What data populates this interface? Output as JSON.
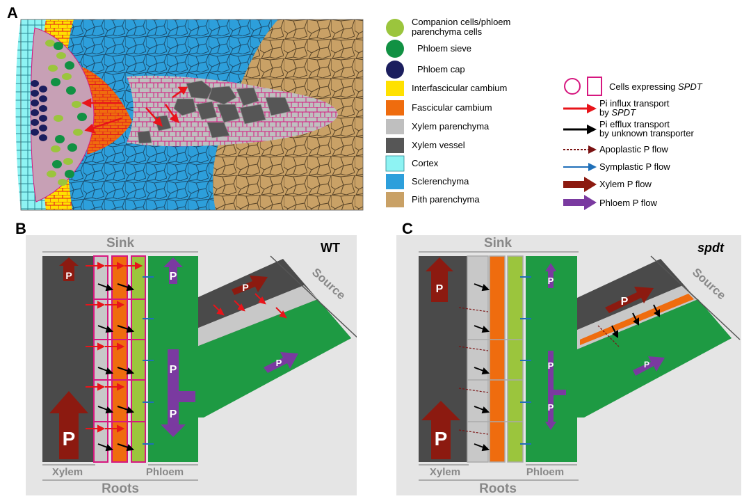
{
  "panels": {
    "a": {
      "letter": "A"
    },
    "b": {
      "letter": "B"
    },
    "c": {
      "letter": "C"
    }
  },
  "legend_left": [
    {
      "label": "Companion cells/phloem",
      "label2": "parenchyma cells",
      "shape": "ellipse",
      "color": "#9bc53d"
    },
    {
      "label": "Phloem sieve",
      "shape": "ellipse",
      "color": "#119143"
    },
    {
      "label": "Phloem cap",
      "shape": "ellipse",
      "color": "#1b1e5e"
    },
    {
      "label": "Interfascicular cambium",
      "shape": "square",
      "color": "#ffe100"
    },
    {
      "label": "Fascicular cambium",
      "shape": "square",
      "color": "#ef6c0e"
    },
    {
      "label": "Xylem parenchyma",
      "shape": "square",
      "color": "#bfbfbf"
    },
    {
      "label": "Xylem vessel",
      "shape": "square",
      "color": "#565656"
    },
    {
      "label": "Cortex",
      "shape": "square",
      "color": "#8ef3f3"
    },
    {
      "label": "Sclerenchyma",
      "shape": "square",
      "color": "#2d9fdb"
    },
    {
      "label": "Pith parenchyma",
      "shape": "square",
      "color": "#c9a166"
    }
  ],
  "legend_right": {
    "cells_prefix": "Cells expressing ",
    "cells_italic": "SPDT",
    "influx_line1": "Pi influx transport",
    "influx_line2_prefix": "by ",
    "influx_line2_italic": "SPDT",
    "efflux_line1": "Pi efflux transport",
    "efflux_line2": "by unknown transporter",
    "apoplastic": "Apoplastic P flow",
    "symplastic": "Symplastic P flow",
    "xylem_flow": "Xylem  P flow",
    "phloem_flow": "Phloem P flow"
  },
  "panel_b": {
    "genotype": "WT",
    "sink": "Sink",
    "source": "Source",
    "xylem": "Xylem",
    "phloem": "Phloem",
    "roots": "Roots",
    "p": "P"
  },
  "panel_c": {
    "genotype": "spdt",
    "sink": "Sink",
    "source": "Source",
    "xylem": "Xylem",
    "phloem": "Phloem",
    "roots": "Roots",
    "p": "P"
  },
  "colors": {
    "influx_red": "#e8141a",
    "efflux_black": "#000000",
    "apoplastic": "#7a1212",
    "symplastic": "#1f6fb8",
    "xylem_flow": "#8c1a10",
    "phloem_flow": "#7a3aa0",
    "spdt_magenta": "#d6177f",
    "phloem_green": "#1e9a43",
    "vessel_grey": "#4a4a4a",
    "background_grey": "#e5e5e5"
  }
}
